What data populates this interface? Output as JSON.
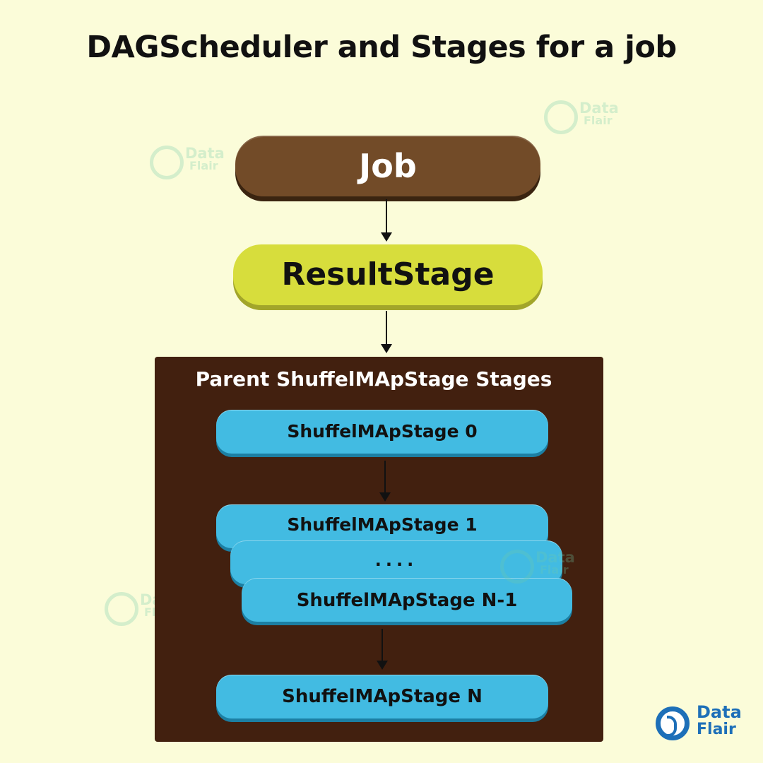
{
  "title": "DAGScheduler and Stages for a job",
  "nodes": {
    "job": "Job",
    "result_stage": "ResultStage",
    "parent_group_label": "Parent ShuffelMApStage Stages",
    "stage_0": "ShuffelMApStage 0",
    "stage_1": "ShuffelMApStage 1",
    "ellipsis": "....",
    "stage_n_minus_1": "ShuffelMApStage N-1",
    "stage_n": "ShuffelMApStage N"
  },
  "watermark": {
    "line1": "Data",
    "line2": "Flair"
  },
  "logo": {
    "line1": "Data",
    "line2": "Flair"
  },
  "colors": {
    "background": "#fbfcd9",
    "job": "#724b28",
    "result_stage": "#d7dd3c",
    "panel": "#42200f",
    "stage": "#42bbe2",
    "logo": "#1d6fb8"
  }
}
